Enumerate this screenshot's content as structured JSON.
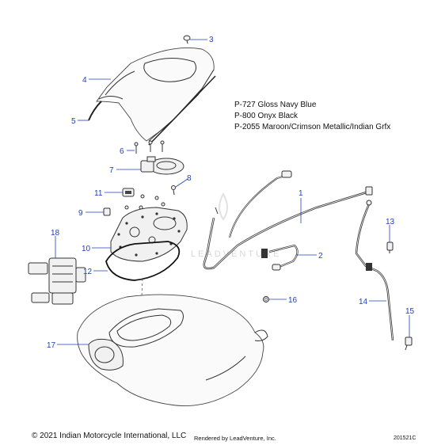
{
  "paint_codes": [
    "P-727 Gloss Navy Blue",
    "P-800 Onyx Black",
    "P-2055 Maroon/Crimson Metallic/Indian Grfx"
  ],
  "callouts": [
    "1",
    "2",
    "3",
    "4",
    "5",
    "6",
    "7",
    "8",
    "9",
    "10",
    "11",
    "12",
    "13",
    "14",
    "15",
    "16",
    "17",
    "18"
  ],
  "footer": {
    "copyright": "© 2021 Indian Motorcycle International, LLC",
    "rendered_by": "Rendered by LeadVenture, Inc.",
    "doc_id": "201521C"
  },
  "watermark": "LEADVENTURE",
  "colors": {
    "callout": "#1f3fbf",
    "outline": "#333333"
  }
}
